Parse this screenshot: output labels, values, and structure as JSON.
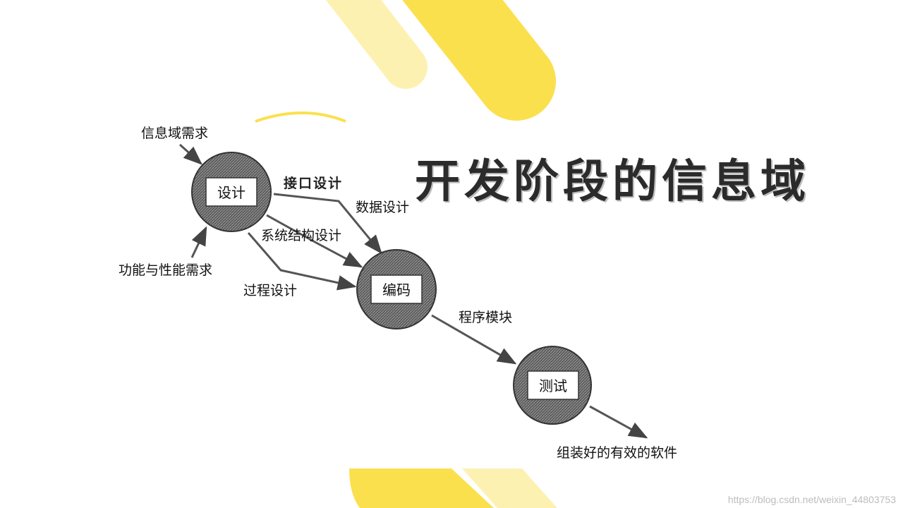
{
  "title": "开发阶段的信息域",
  "colors": {
    "accent": "#fbe04e",
    "accent_light": "#fdf2b8",
    "node_fill": "#6e6e6e"
  },
  "nodes": {
    "design": "设计",
    "coding": "编码",
    "testing": "测试"
  },
  "labels": {
    "info_domain_req": "信息域需求",
    "func_perf_req": "功能与性能需求",
    "interface_design": "接口设计",
    "data_design": "数据设计",
    "arch_design": "系统结构设计",
    "process_design": "过程设计",
    "program_modules": "程序模块",
    "final_software": "组装好的有效的软件"
  },
  "watermark": "https://blog.csdn.net/weixin_44803753"
}
